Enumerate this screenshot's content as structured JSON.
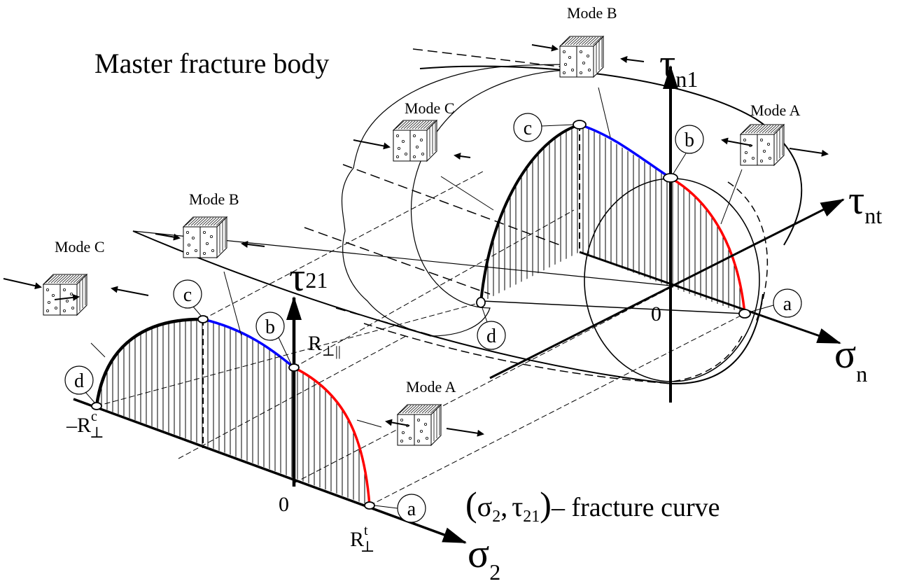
{
  "title": "Master fracture body",
  "curve_label": "(σ₂, τ₂₁) – fracture curve",
  "curve_label_parts": {
    "paren_open": "(",
    "s2": "σ",
    "s2_sub": "2",
    "comma": ",",
    "t21": "τ",
    "t21_sub": "21",
    "paren_close": ")",
    "dash_text": "– fracture curve"
  },
  "axes": {
    "tau_n1": {
      "sym": "τ",
      "sub": "n1"
    },
    "tau_nt": {
      "sym": "τ",
      "sub": "nt"
    },
    "sigma_n": {
      "sym": "σ",
      "sub": "n"
    },
    "tau_21": {
      "sym": "τ",
      "sub": "21"
    },
    "sigma_2": {
      "sym": "σ",
      "sub": "2"
    }
  },
  "origin_label": "0",
  "points": {
    "a": "a",
    "b": "b",
    "c": "c",
    "d": "d"
  },
  "strength_labels": {
    "r_perp_par": {
      "base": "R",
      "sub": "⊥||"
    },
    "r_perp_c": {
      "prefix": "–",
      "base": "R",
      "sup": "c",
      "sub": "⊥"
    },
    "r_perp_t": {
      "base": "R",
      "sup": "t",
      "sub": "⊥"
    }
  },
  "modes": {
    "mode_a": "Mode A",
    "mode_b": "Mode B",
    "mode_c": "Mode C"
  },
  "colors": {
    "mode_a_curve": "#ff0000",
    "mode_b_curve": "#0000ff",
    "mode_c_curve": "#000000",
    "line": "#000000"
  }
}
